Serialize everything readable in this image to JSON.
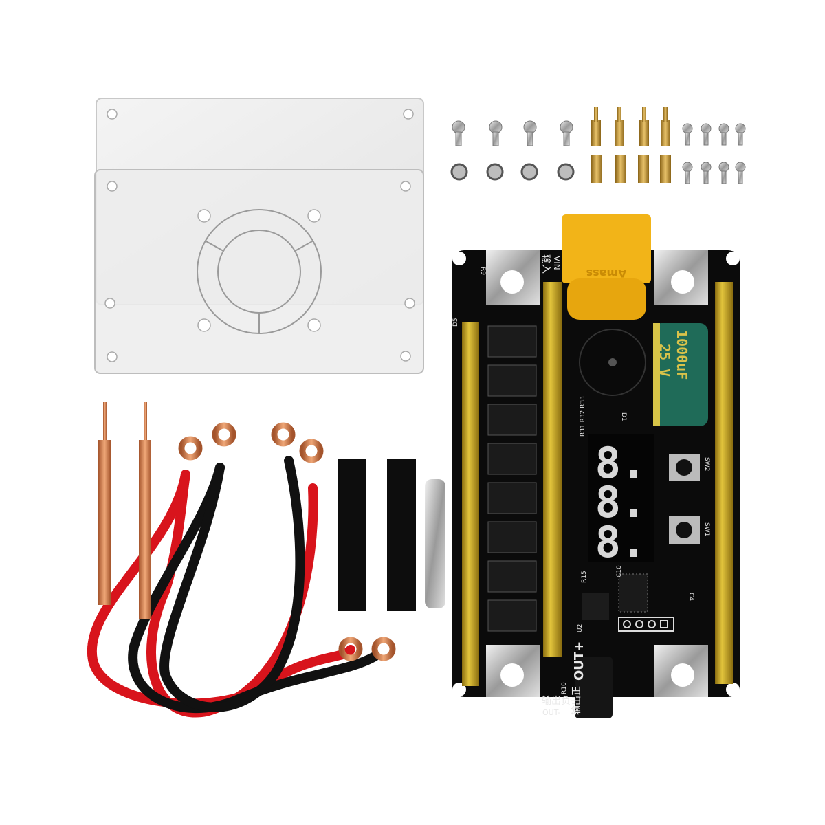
{
  "product": {
    "connector_brand": "Amass",
    "pcb_labels": {
      "input": "输入",
      "vin": "VIN",
      "output_negative": "输出负",
      "out_minus": "OUT-",
      "output_positive": "输出正",
      "out_plus": "OUT+",
      "resistors": "R31 R32 R33",
      "sw1": "SW1",
      "sw2": "SW2",
      "r15": "R15",
      "c10": "C10",
      "u2": "U2",
      "d1": "D1",
      "c4": "C4",
      "r9": "R9",
      "d5": "D5",
      "r10": "R10"
    },
    "capacitor": {
      "capacitance": "1000uF",
      "voltage": "25 V"
    },
    "display_digits": [
      "8.",
      "8.",
      "8."
    ],
    "colors": {
      "pcb": "#0b0b0b",
      "busbar": "#c9a726",
      "connector": "#f2b418",
      "red_cable": "#d8141c",
      "black_cable": "#111111",
      "copper": "#d98a5a",
      "capacitor": "#1f6b58"
    }
  }
}
